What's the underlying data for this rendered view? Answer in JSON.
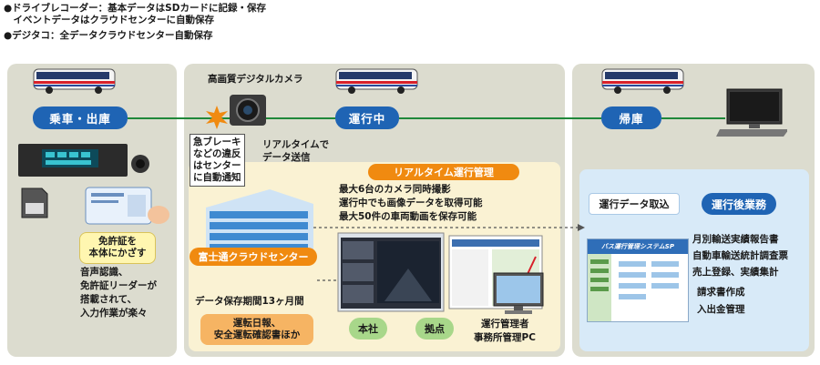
{
  "legend": {
    "line1": "●ドライブレコーダー：基本データはSDカードに記録・保存",
    "line2": "　イベントデータはクラウドセンターに自動保存",
    "line3": "●デジタコ：全データクラウドセンター自動保存"
  },
  "stages": {
    "boarding": "乗車・出庫",
    "in_service": "運行中",
    "return": "帰庫"
  },
  "camera_label": "高画質デジタルカメラ",
  "emergency_note": [
    "急ブレーキ",
    "などの違反",
    "はセンター",
    "に自動通知"
  ],
  "realtime_send": [
    "リアルタイムで",
    "データ送信"
  ],
  "license": {
    "tag_lines": [
      "免許証を",
      "本体にかざす"
    ],
    "description": [
      "音声認識、",
      "免許証リーダーが",
      "搭載されて、",
      "入力作業が楽々"
    ]
  },
  "cloud": {
    "name": "富士通クラウドセンター",
    "retention": "データ保存期間13ヶ月間",
    "docs_lines": [
      "運転日報、",
      "安全運転確認書ほか"
    ]
  },
  "realtime_mgmt": {
    "title": "リアルタイム運行管理",
    "features": [
      "最大6台のカメラ同時撮影",
      "運行中でも画像データを取得可能",
      "最大50件の車両動画を保存可能"
    ],
    "hq": "本社",
    "branch": "拠点",
    "pc_lines": [
      "運行管理者",
      "事務所管理PC"
    ]
  },
  "post_ops": {
    "import": "運行データ取込",
    "title": "運行後業務",
    "tasks": [
      "月別輸送実績報告書",
      "自動車輸送統計調査票",
      "売上登録、実績集計",
      "請求書作成",
      "入出金管理"
    ],
    "software_title": "バス運行管理システムSP"
  },
  "colors": {
    "stage_blue": "#1f64b4",
    "track_green": "#20883a",
    "orange": "#f08a10",
    "panel_gray": "#dcdccf"
  }
}
